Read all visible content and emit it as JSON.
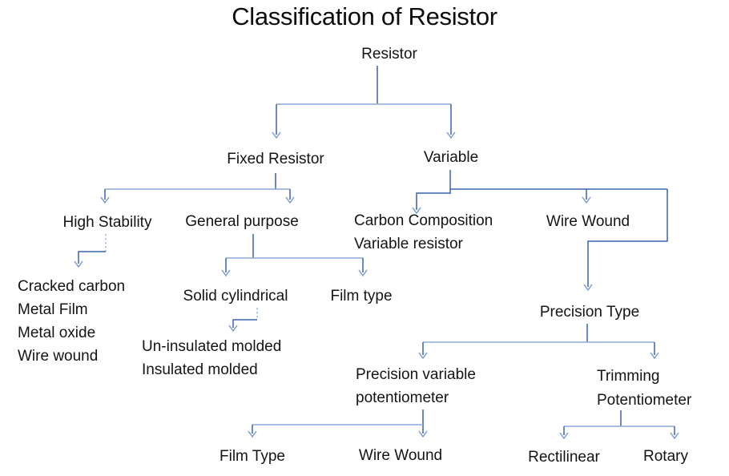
{
  "title": "Classification of Resistor",
  "colors": {
    "line": "#3a63ae",
    "line_light": "#8fa9d9",
    "arrowhead": "#7d9bd2",
    "text": "#141414",
    "background": "#ffffff"
  },
  "diagram": {
    "nodes": {
      "resistor": {
        "label": "Resistor"
      },
      "fixed_resistor": {
        "label": "Fixed Resistor"
      },
      "variable": {
        "label": "Variable"
      },
      "high_stability": {
        "label": "High Stability"
      },
      "general_purpose": {
        "label": "General purpose"
      },
      "carbon_composition": {
        "label": "Carbon Composition\nVariable resistor"
      },
      "wire_wound_variable": {
        "label": "Wire Wound"
      },
      "high_stability_types": {
        "label": "Cracked carbon\nMetal Film\nMetal oxide\nWire wound"
      },
      "solid_cylindrical": {
        "label": "Solid cylindrical"
      },
      "film_type_general": {
        "label": "Film type"
      },
      "molded_types": {
        "label": "Un-insulated molded\nInsulated molded"
      },
      "precision_type": {
        "label": "Precision Type"
      },
      "precision_variable_potentiometer": {
        "label": "Precision variable\npotentiometer"
      },
      "trimming_potentiometer": {
        "label": "Trimming\nPotentiometer"
      },
      "film_type_precision": {
        "label": "Film Type"
      },
      "wire_wound_precision": {
        "label": "Wire Wound"
      },
      "rectilinear": {
        "label": "Rectilinear"
      },
      "rotary": {
        "label": "Rotary"
      }
    }
  }
}
